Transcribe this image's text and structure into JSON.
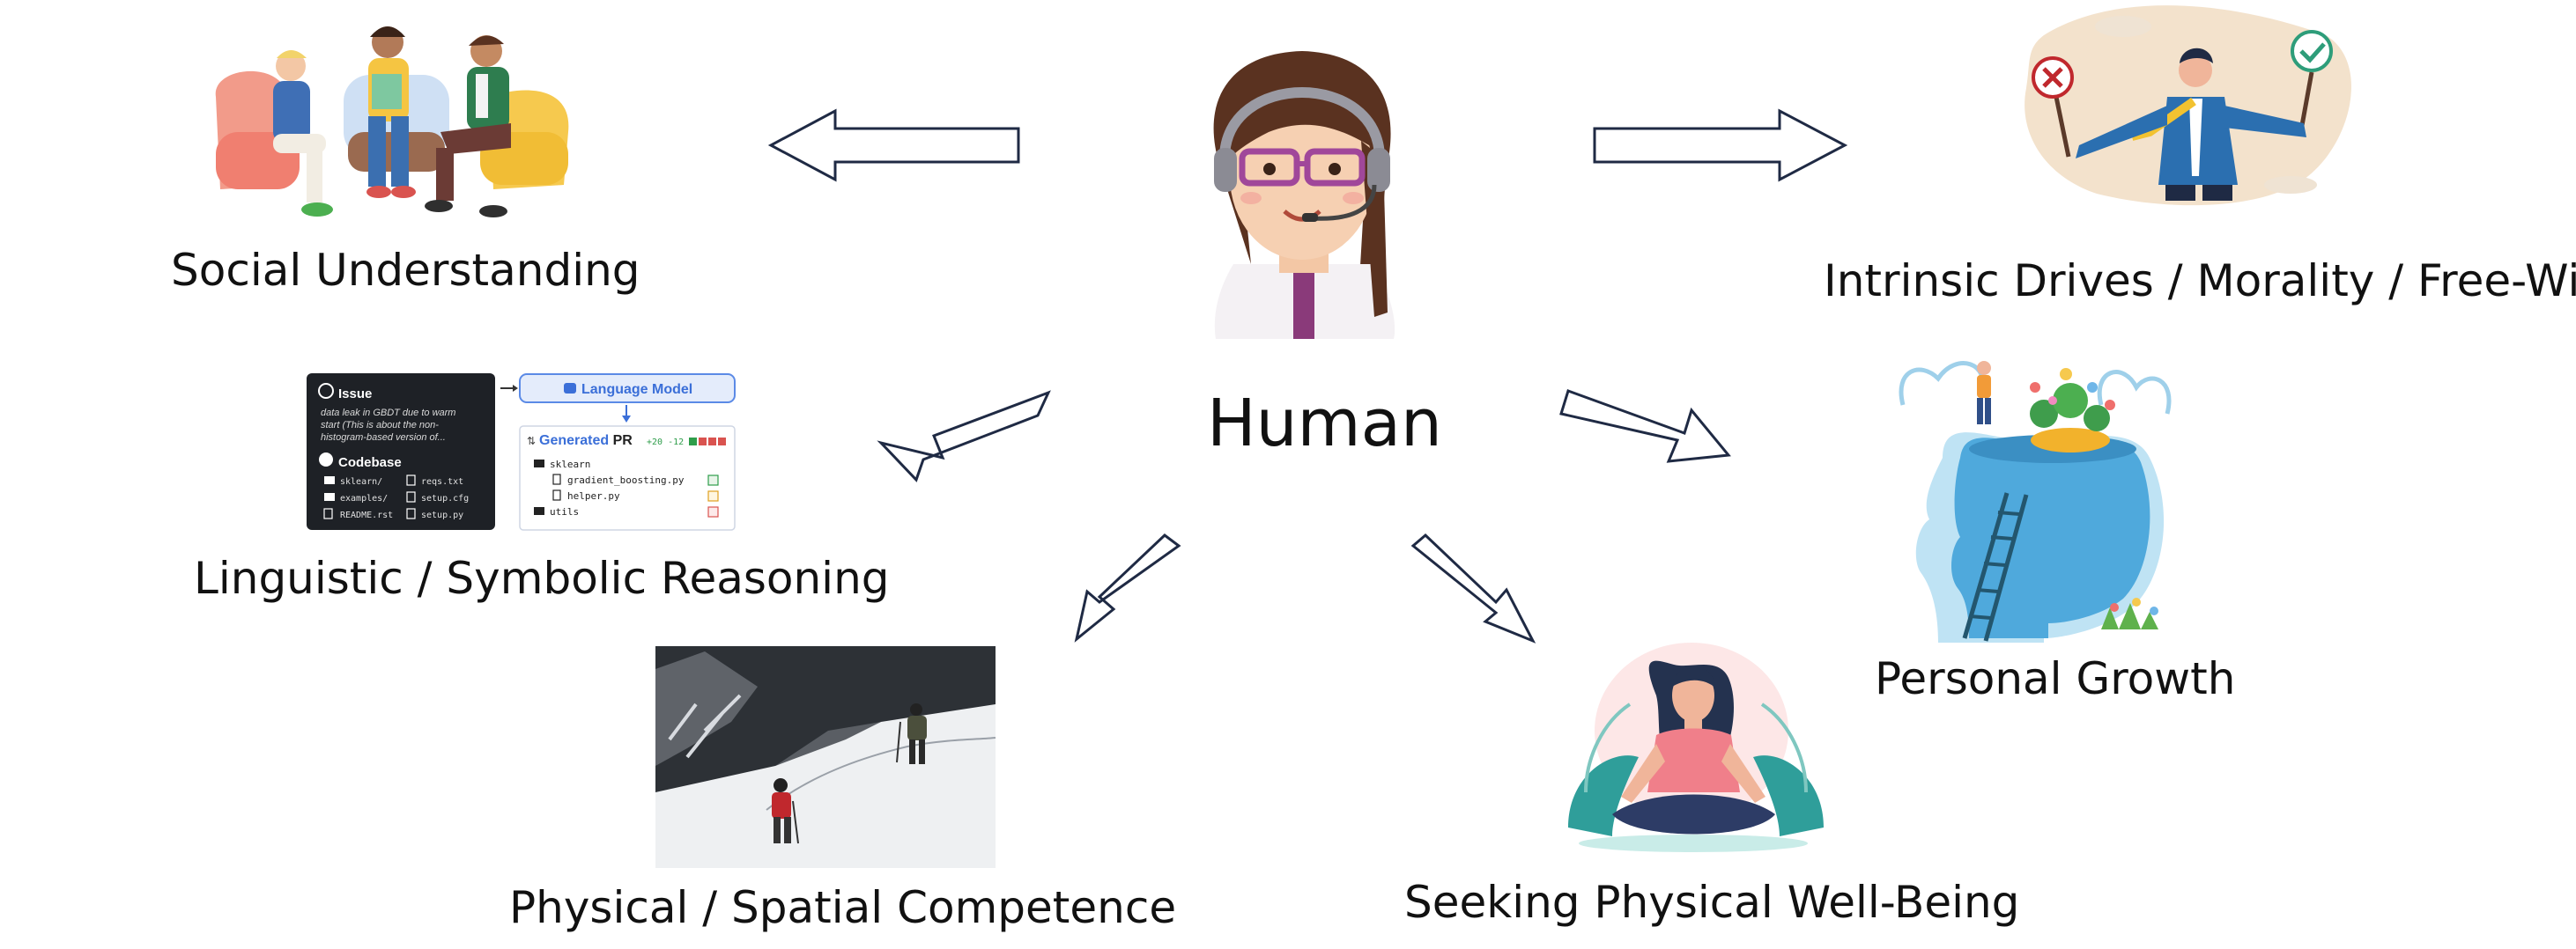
{
  "center": {
    "label": "Human"
  },
  "nodes": [
    {
      "id": "social",
      "label": "Social Understanding",
      "illustration": "people-talking-on-sofas-illustration"
    },
    {
      "id": "linguistic",
      "label": "Linguistic / Symbolic Reasoning",
      "illustration": "issue-to-pull-request-screenshot"
    },
    {
      "id": "physical",
      "label": "Physical / Spatial Competence",
      "illustration": "mountaineers-on-snow-photo"
    },
    {
      "id": "wellbeing",
      "label": "Seeking Physical Well-Being",
      "illustration": "meditating-woman-illustration"
    },
    {
      "id": "growth",
      "label": "Personal Growth",
      "illustration": "head-with-garden-and-ladder-illustration"
    },
    {
      "id": "intrinsic",
      "label": "Intrinsic Drives / Morality / Free-Will",
      "illustration": "man-choosing-between-signs-illustration"
    }
  ],
  "code_panel": {
    "issue_title": "Issue",
    "issue_text": [
      "data leak in GBDT due to warm",
      "start (This is about the non-",
      "histogram-based version of..."
    ],
    "codebase_title": "Codebase",
    "codebase_files": [
      "sklearn/",
      "reqs.txt",
      "examples/",
      "setup.cfg",
      "README.rst",
      "setup.py"
    ],
    "model_label": "Language Model",
    "pr_prefix": "Generated",
    "pr_suffix": "PR",
    "diff_stat": "+20 -12",
    "pr_files": [
      "sklearn",
      "gradient_boosting.py",
      "helper.py",
      "utils"
    ]
  },
  "colors": {
    "arrow_stroke": "#1f2a44",
    "text": "#111111",
    "model_blue": "#3b6fd8"
  }
}
